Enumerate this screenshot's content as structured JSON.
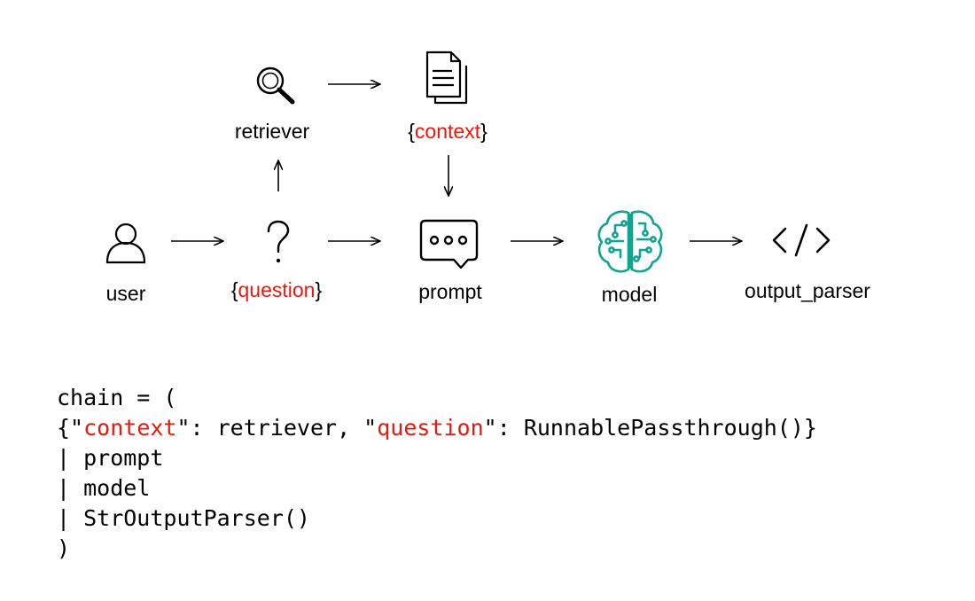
{
  "nodes": {
    "retriever": "retriever",
    "context": {
      "open": "{",
      "word": "context",
      "close": "}"
    },
    "user": "user",
    "question": {
      "open": "{",
      "word": "question",
      "close": "}"
    },
    "prompt": "prompt",
    "model": "model",
    "output_parser": "output_parser"
  },
  "code": {
    "line1": "chain = (",
    "line2_a": "{\"",
    "line2_ctx": "context",
    "line2_b": "\": retriever, \"",
    "line2_q": "question",
    "line2_c": "\": RunnablePassthrough()}",
    "line3": "| prompt",
    "line4": "| model",
    "line5": "| StrOutputParser()",
    "line6": ")"
  },
  "colors": {
    "accent": "#e8190f",
    "model_icon": "#0fa58e",
    "ink": "#000000"
  },
  "icons": [
    "magnifier-icon",
    "document-icon",
    "user-icon",
    "question-mark-icon",
    "chat-bubble-icon",
    "brain-circuit-icon",
    "code-icon"
  ]
}
